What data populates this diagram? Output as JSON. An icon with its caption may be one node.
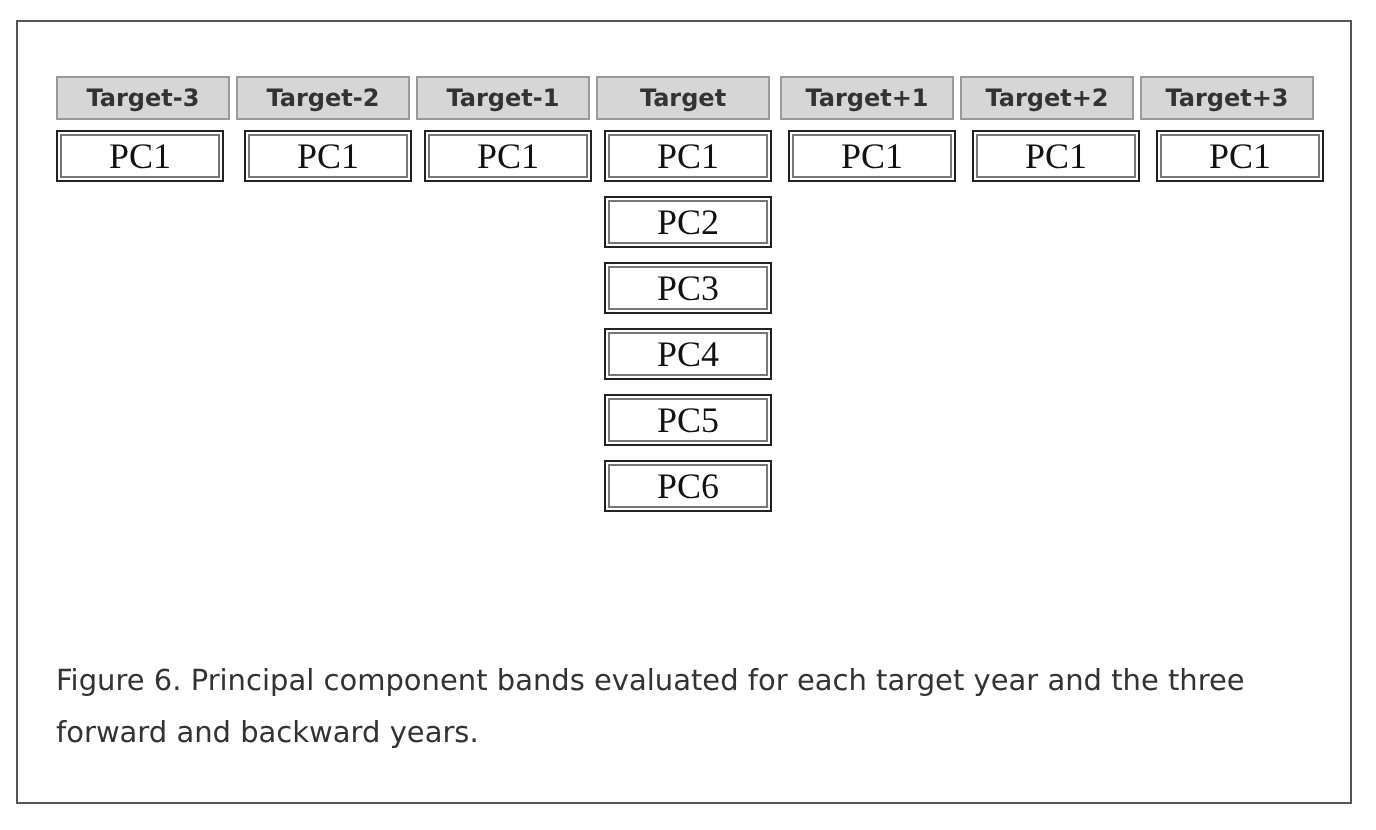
{
  "diagram": {
    "caption": "Figure 6. Principal component bands evaluated for each target year and the three forward and backward years.",
    "nodes": [
      {
        "text": [
          "Target-3"
        ]
      },
      {
        "text": [
          "Target-2"
        ]
      },
      {
        "text": [
          "Target-1"
        ]
      },
      {
        "text": [
          "Target"
        ]
      },
      {
        "text": [
          "Target+1"
        ]
      },
      {
        "text": [
          "Target+2"
        ]
      },
      {
        "text": [
          "Target+3"
        ]
      },
      {
        "text": [
          "PC1"
        ]
      },
      {
        "text": [
          "PC1"
        ]
      },
      {
        "text": [
          "PC1"
        ]
      },
      {
        "text": [
          "PC1"
        ]
      },
      {
        "text": [
          "PC1"
        ]
      },
      {
        "text": [
          "PC1"
        ]
      },
      {
        "text": [
          "PC1"
        ]
      },
      {
        "text": [
          "PC2"
        ]
      },
      {
        "text": [
          "PC3"
        ]
      },
      {
        "text": [
          "PC4"
        ]
      },
      {
        "text": [
          "PC5"
        ]
      },
      {
        "text": [
          "PC6"
        ]
      }
    ]
  }
}
